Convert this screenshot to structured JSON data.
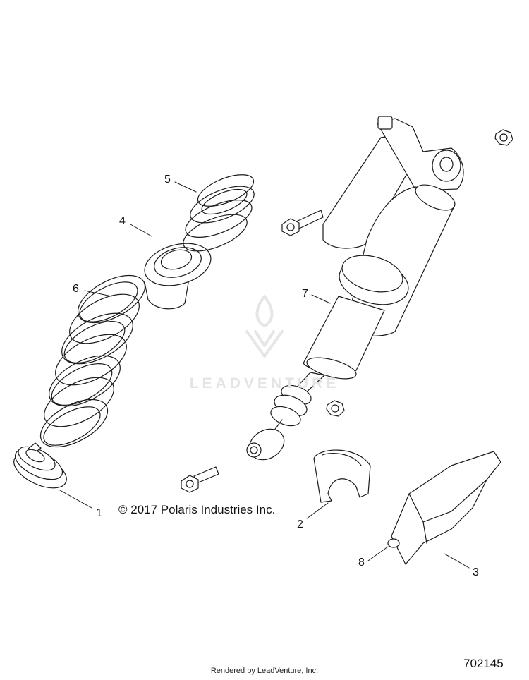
{
  "diagram": {
    "title": "",
    "callouts": [
      {
        "id": "c1",
        "label": "1"
      },
      {
        "id": "c2",
        "label": "2"
      },
      {
        "id": "c3",
        "label": "3"
      },
      {
        "id": "c4",
        "label": "4"
      },
      {
        "id": "c5",
        "label": "5"
      },
      {
        "id": "c6",
        "label": "6"
      },
      {
        "id": "c7",
        "label": "7"
      },
      {
        "id": "c8",
        "label": "8"
      }
    ],
    "copyright": "© 2017 Polaris Industries Inc.",
    "diagram_number": "702145",
    "render_credit": "Rendered by LeadVenture, Inc.",
    "watermark": "LEADVENTURE"
  },
  "colors": {
    "line": "#1a1a1a",
    "fill": "#ffffff",
    "watermark": "#e4e4e4"
  }
}
